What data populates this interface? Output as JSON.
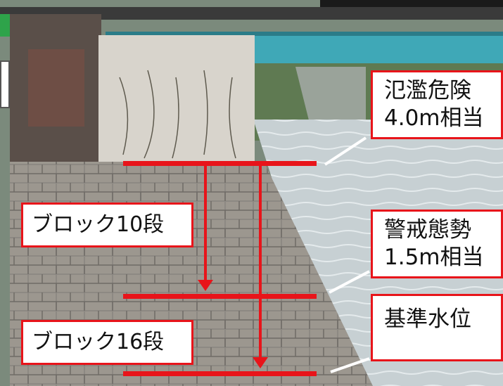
{
  "labels": {
    "block10": "ブロック10段",
    "block16": "ブロック16段",
    "flood_danger": {
      "line1": "氾濫危険",
      "line2": "4.0m相当"
    },
    "alert": {
      "line1": "警戒態勢",
      "line2": "1.5m相当"
    },
    "base_level": "基準水位"
  },
  "colors": {
    "marker_red": "#e8141a",
    "bridge_teal": "#3fa8b7",
    "river": "#c9d3d6",
    "wall_block": "#8f8b85",
    "concrete": "#d8d4cc"
  }
}
